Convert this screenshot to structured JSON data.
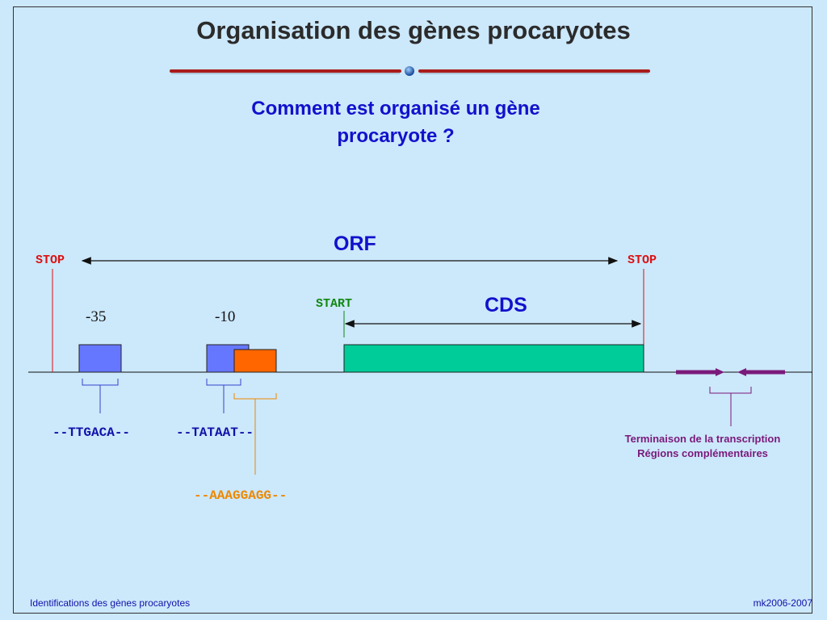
{
  "slide": {
    "title": "Organisation des gènes procaryotes",
    "subtitle": "Comment est organisé un gène procaryote ?",
    "footer_left": "Identifications des gènes procaryotes",
    "footer_right": "mk2006-2007"
  },
  "diagram": {
    "stop_left": "STOP",
    "stop_right": "STOP",
    "orf": "ORF",
    "start": "START",
    "cds": "CDS",
    "box_minus35": "-35",
    "box_minus10": "-10",
    "seq_minus35": "--TTGACA--",
    "seq_minus10": "--TATAAT--",
    "seq_rbs": "--AAAGGAGG--",
    "termination_line1": "Terminaison de la transcription",
    "termination_line2": "Régions complémentaires"
  },
  "colors": {
    "background": "#cce8fb",
    "title": "#2b2b2b",
    "blue_text": "#1111cc",
    "stop": "#dd1111",
    "start": "#118811",
    "promoter_box": "#6677ff",
    "rbs_box": "#ff6600",
    "cds_box": "#00cc99",
    "terminator": "#7a1a7a",
    "rbs_text": "#ee8800"
  }
}
